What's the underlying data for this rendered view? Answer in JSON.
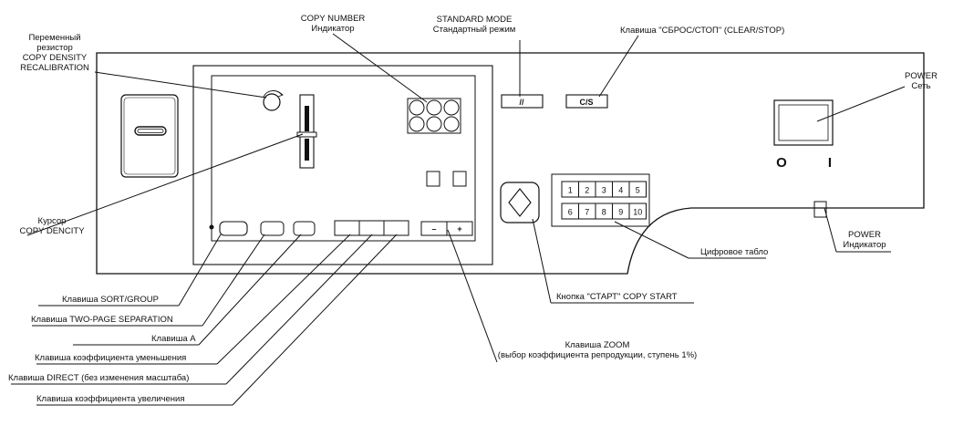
{
  "labels": {
    "copy_number": [
      "COPY NUMBER",
      "Индикатор"
    ],
    "standard_mode": [
      "STANDARD MODE",
      "Стандартный режим"
    ],
    "clear_stop": "Клавиша \"СБРОС/СТОП\" (CLEAR/STOP)",
    "variable_resistor": [
      "Переменный",
      "резистор",
      "COPY DENSITY",
      "RECALIBRATION"
    ],
    "power": [
      "POWER",
      "Сеть"
    ],
    "cursor": [
      "Курсор",
      "COPY DENCITY"
    ],
    "power_indicator": [
      "POWER",
      "Индикатор"
    ],
    "digital_display": "Цифровое табло",
    "copy_start": "Кнопка \"СТАРТ\" COPY START",
    "zoom": [
      "Клавиша ZOOM",
      "(выбор коэффициента репродукции, ступень 1%)"
    ],
    "sort_group": "Клавиша SORT/GROUP",
    "two_page": "Клавиша TWO-PAGE SEPARATION",
    "key_a": "Клавиша A",
    "reduction": "Клавиша коэффициента уменьшения",
    "direct": "Клавиша DIRECT (без изменения масштаба)",
    "enlargement": "Клавиша коэффициента увеличения"
  },
  "panel": {
    "clear_stop_key": "C/S",
    "standard_mode_key": "//",
    "zoom_minus": "–",
    "zoom_plus": "+",
    "power_off_symbol": "O",
    "power_on_symbol": "I",
    "keypad_row1": [
      "1",
      "2",
      "3",
      "4",
      "5"
    ],
    "keypad_row2": [
      "6",
      "7",
      "8",
      "9",
      "10"
    ]
  }
}
